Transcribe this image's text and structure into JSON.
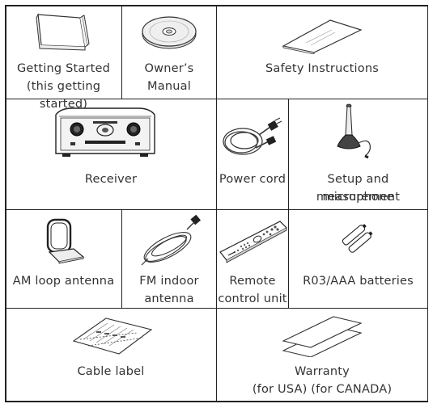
{
  "items": {
    "getting_started": {
      "line1": "Getting Started",
      "line2": "(this getting started)"
    },
    "owners_manual": {
      "line1": "Owner’s Manual"
    },
    "safety_instructions": {
      "line1": "Safety Instructions"
    },
    "receiver": {
      "line1": "Receiver"
    },
    "power_cord": {
      "line1": "Power cord"
    },
    "setup_microphone": {
      "line1": "Setup and measurement",
      "line2": "microphone"
    },
    "am_loop_antenna": {
      "line1": "AM loop antenna"
    },
    "fm_indoor_antenna": {
      "line1": "FM indoor",
      "line2": "antenna"
    },
    "remote_control": {
      "line1": "Remote",
      "line2": "control unit"
    },
    "batteries": {
      "line1": "R03/AAA batteries"
    },
    "cable_label": {
      "line1": "Cable label"
    },
    "warranty": {
      "line1": "Warranty",
      "line2": "(for USA) (for CANADA)"
    }
  }
}
